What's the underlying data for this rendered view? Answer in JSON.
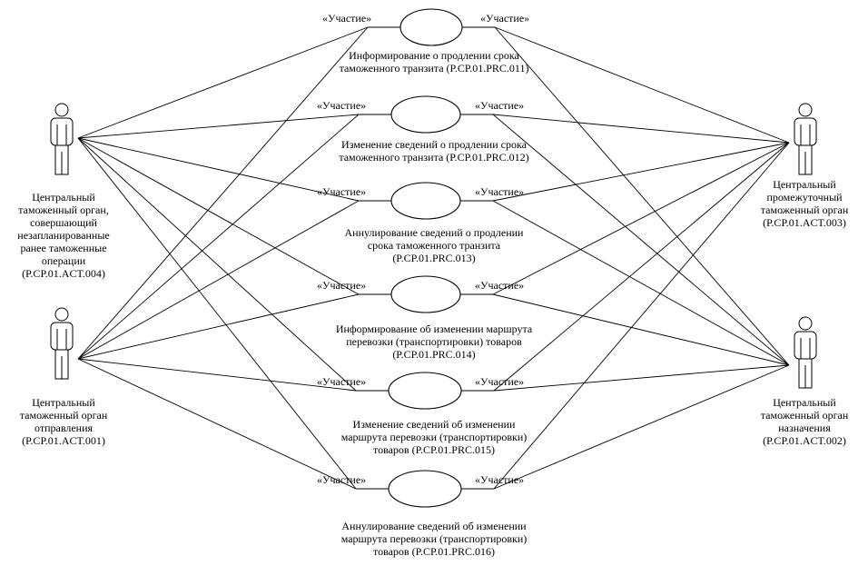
{
  "actors": [
    {
      "id": "a004",
      "name": "Центральный\nтаможенный орган,\nсовершающий\nнезапланированные\nранее таможенные\nоперации\n(P.CP.01.ACT.004)"
    },
    {
      "id": "a001",
      "name": "Центральный\nтаможенный орган\nотправления\n(P.CP.01.ACT.001)"
    },
    {
      "id": "a003",
      "name": "Центральный\nпромежуточный\nтаможенный орган\n(P.CP.01.ACT.003)"
    },
    {
      "id": "a002",
      "name": "Центральный\nтаможенный орган\nназначения\n(P.CP.01.ACT.002)"
    }
  ],
  "stereotype": "«Участие»",
  "use_cases": [
    {
      "id": "uc011",
      "name": "Информирование о продлении срока\nтаможенного транзита (P.CP.01.PRC.011)"
    },
    {
      "id": "uc012",
      "name": "Изменение сведений о продлении срока\nтаможенного транзита (P.CP.01.PRC.012)"
    },
    {
      "id": "uc013",
      "name": "Аннулирование сведений о продлении\nсрока таможенного транзита\n(P.CP.01.PRC.013)"
    },
    {
      "id": "uc014",
      "name": "Информирование об изменении маршрута\nперевозки (транспортировки) товаров\n(P.CP.01.PRC.014)"
    },
    {
      "id": "uc015",
      "name": "Изменение сведений об изменении\nмаршрута перевозки (транспортировки)\nтоваров (P.CP.01.PRC.015)"
    },
    {
      "id": "uc016",
      "name": "Аннулирование сведений об изменении\nмаршрута перевозки (транспортировки)\nтоваров (P.CP.01.PRC.016)"
    }
  ]
}
